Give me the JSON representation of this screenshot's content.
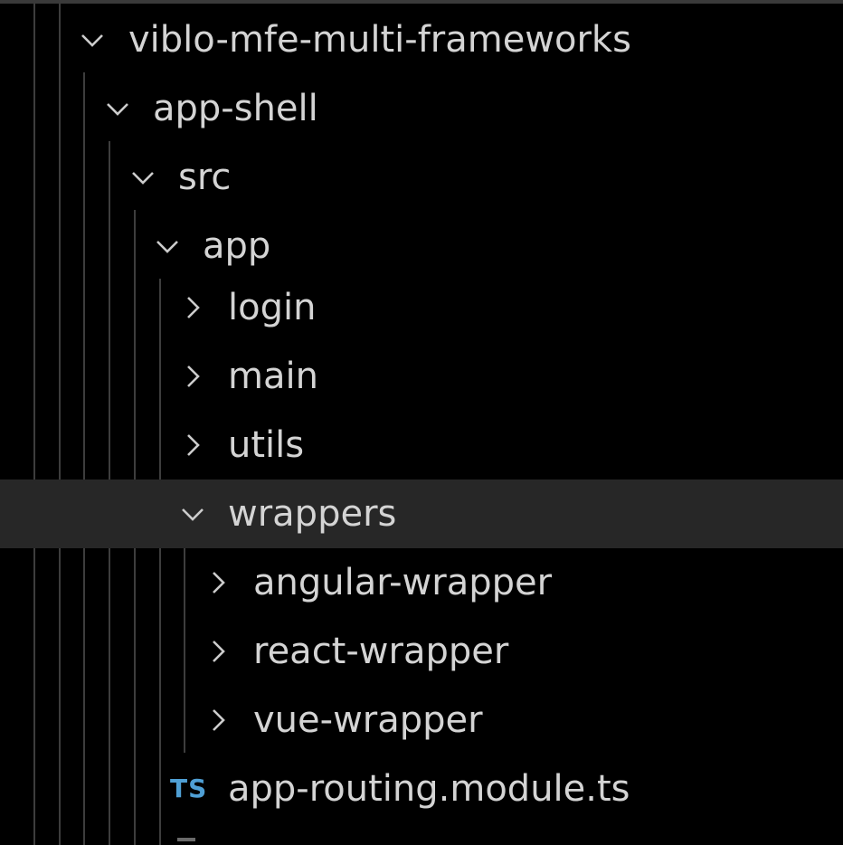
{
  "explorer": {
    "items": [
      {
        "label": "viblo-mfe-multi-frameworks",
        "kind": "folder",
        "expanded": true
      },
      {
        "label": "app-shell",
        "kind": "folder",
        "expanded": true
      },
      {
        "label": "src",
        "kind": "folder",
        "expanded": true
      },
      {
        "label": "app",
        "kind": "folder",
        "expanded": true
      },
      {
        "label": "login",
        "kind": "folder",
        "expanded": false
      },
      {
        "label": "main",
        "kind": "folder",
        "expanded": false
      },
      {
        "label": "utils",
        "kind": "folder",
        "expanded": false
      },
      {
        "label": "wrappers",
        "kind": "folder",
        "expanded": true,
        "selected": true
      },
      {
        "label": "angular-wrapper",
        "kind": "folder",
        "expanded": false
      },
      {
        "label": "react-wrapper",
        "kind": "folder",
        "expanded": false
      },
      {
        "label": "vue-wrapper",
        "kind": "folder",
        "expanded": false
      },
      {
        "label": "app-routing.module.ts",
        "kind": "file",
        "icon_text": "TS"
      }
    ]
  },
  "colors": {
    "background": "#000000",
    "selected_row": "#272727",
    "text": "#d4d4d4",
    "indent_guide": "#3d3d3d",
    "ts_icon": "#4f9fd4"
  },
  "icons": {
    "expanded": "chevron-down-icon",
    "collapsed": "chevron-right-icon",
    "file": "typescript-file-icon"
  }
}
